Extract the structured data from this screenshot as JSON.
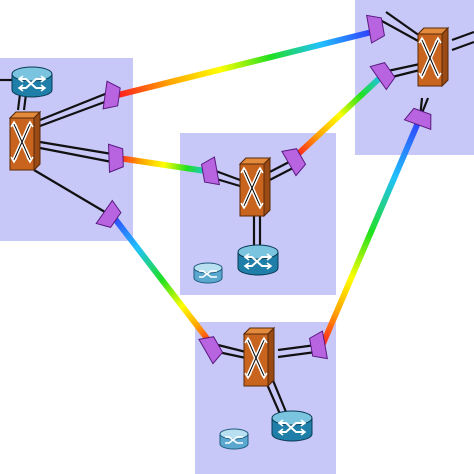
{
  "diagram": {
    "colors": {
      "panel_fill": "#c8c8f8",
      "switch_fill": "#c8641e",
      "switch_top": "#e48a3c",
      "mux_fill": "#b864e0",
      "router_fill": "#1f7fa8",
      "router_top": "#7ac4e0",
      "router_light_fill": "#5aa8d0",
      "wire": "#111111"
    },
    "nodes": [
      {
        "id": "site-left"
      },
      {
        "id": "site-center"
      },
      {
        "id": "site-top-right"
      },
      {
        "id": "site-bottom"
      }
    ],
    "optical_links": [
      {
        "from": "site-left",
        "to": "site-top-right"
      },
      {
        "from": "site-left",
        "to": "site-center"
      },
      {
        "from": "site-left",
        "to": "site-bottom"
      },
      {
        "from": "site-center",
        "to": "site-top-right"
      },
      {
        "from": "site-top-right",
        "to": "site-bottom"
      }
    ]
  }
}
